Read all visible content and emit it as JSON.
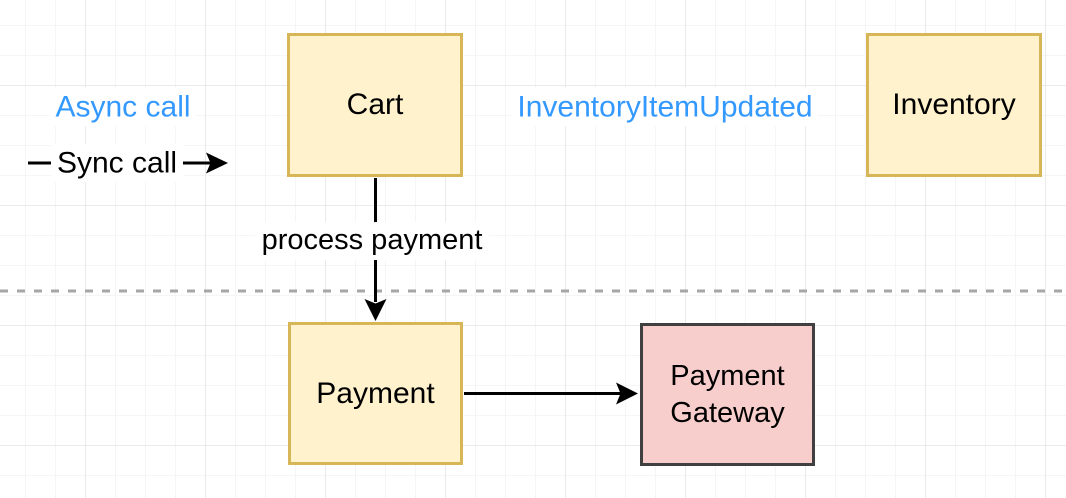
{
  "legend": {
    "async_label": "Async call",
    "sync_label": "Sync call"
  },
  "annotations": {
    "event_label": "InventoryItemUpdated"
  },
  "nodes": {
    "cart": {
      "label": "Cart"
    },
    "inventory": {
      "label": "Inventory"
    },
    "payment": {
      "label": "Payment"
    },
    "gateway": {
      "label": "Payment Gateway"
    }
  },
  "edges": {
    "cart_to_payment": {
      "label": "process payment"
    }
  },
  "colors": {
    "service_fill": "#FFF2CC",
    "service_border": "#D6B656",
    "external_fill": "#F8CECC",
    "external_border": "#404040",
    "annotation_blue": "#3399FF",
    "edge_stroke": "#000000",
    "separator_gray": "#A6A6A6",
    "canvas_bg": "#FFFFFF"
  }
}
